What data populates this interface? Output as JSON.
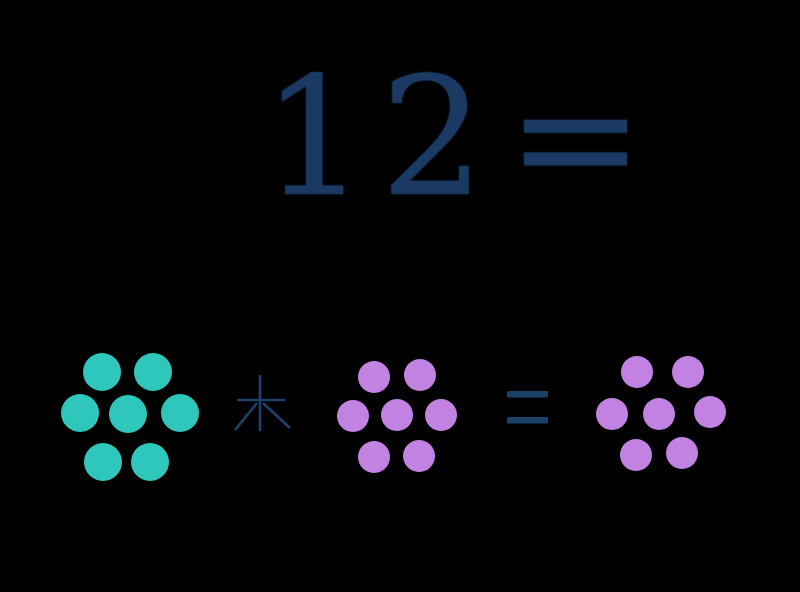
{
  "page": {
    "background": "#000000"
  },
  "heading": {
    "text": "12 =",
    "color": "#1b3a63"
  },
  "equation": {
    "groups": [
      {
        "name": "addend-1",
        "count": 7,
        "color": "#2fc7bb",
        "arrangement": "hex-flower-2-3-2"
      },
      {
        "name": "addend-2",
        "count": 7,
        "color": "#c182e2",
        "arrangement": "hex-flower-2-3-2"
      },
      {
        "name": "sum",
        "count": 7,
        "color": "#c182e2",
        "arrangement": "hex-flower-2-3-2"
      }
    ],
    "operators": [
      {
        "name": "plus",
        "icon": "asterisk-plus-icon",
        "color": "#1f4472"
      },
      {
        "name": "equals",
        "icon": "equals-icon",
        "color": "#1a4068"
      }
    ]
  }
}
